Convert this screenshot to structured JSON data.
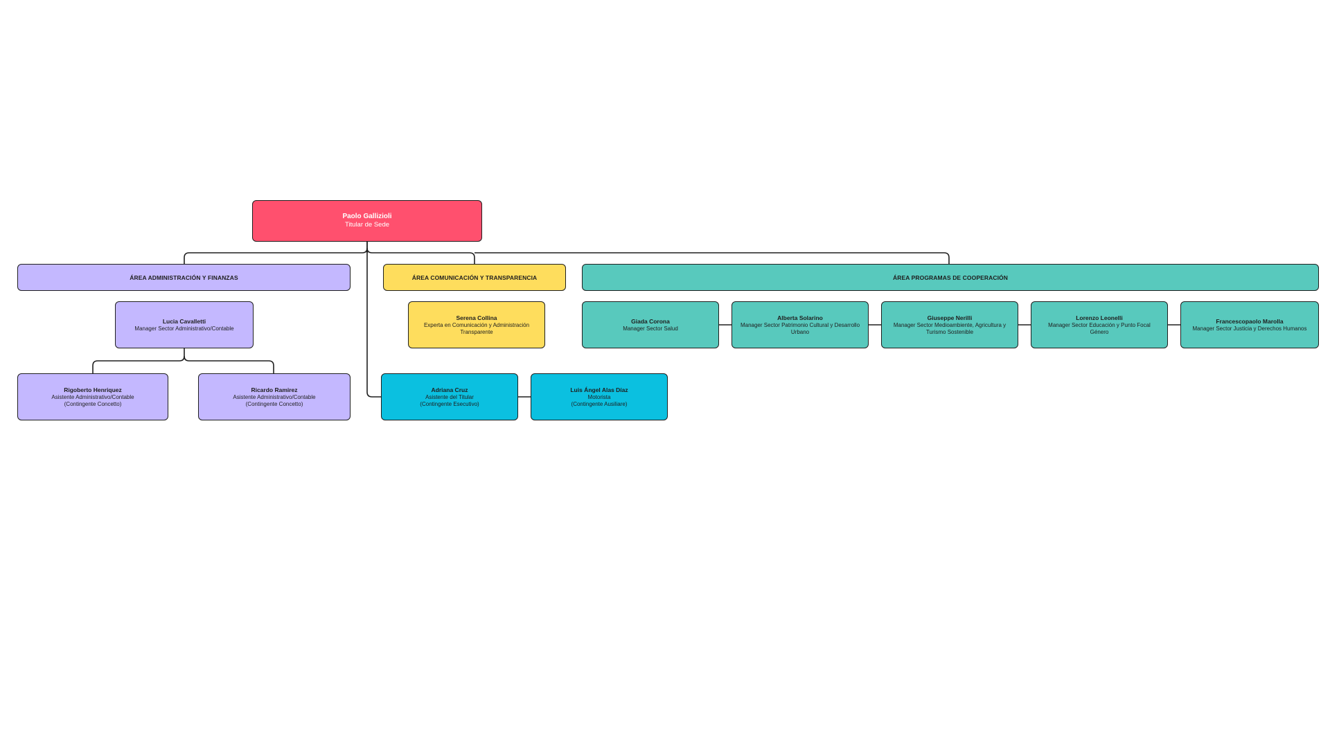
{
  "colors": {
    "root": "#ff506e",
    "area_admin": "#c4b8ff",
    "area_comunicacion": "#fedd5d",
    "area_programas": "#58c9bd",
    "direct_staff": "#0bc0e0",
    "lines": "#1e1e1e"
  },
  "root": {
    "name": "Paolo Gallizioli",
    "role": "Titular de Sede"
  },
  "areas": {
    "admin": {
      "label": "ÁREA ADMINISTRACIÓN Y FINANZAS",
      "manager": {
        "name": "Lucia Cavalletti",
        "role": "Manager Sector Administrativo/Contable"
      },
      "staff": [
        {
          "name": "Rigoberto Henriquez",
          "role": "Asistente Administrativo/Contable",
          "note": "(Contingente Concetto)"
        },
        {
          "name": "Ricardo Ramirez",
          "role": "Asistente Administrativo/Contable",
          "note": "(Contingente Concetto)"
        }
      ]
    },
    "comunicacion": {
      "label": "ÁREA COMUNICACIÓN Y TRANSPARENCIA",
      "member": {
        "name": "Serena Collina",
        "role": "Experta en Comunicación y Administración Transparente"
      }
    },
    "programas": {
      "label": "ÁREA PROGRAMAS DE COOPERACIÓN",
      "managers": [
        {
          "name": "Giada Corona",
          "role": "Manager Sector Salud"
        },
        {
          "name": "Alberta Solarino",
          "role": "Manager Sector Patrimonio Cultural y Desarrollo Urbano"
        },
        {
          "name": "Giuseppe Nerilli",
          "role": "Manager Sector Medioambiente, Agricultura y Turismo Sostenible"
        },
        {
          "name": "Lorenzo Leonelli",
          "role": "Manager Sector Educación y Punto Focal Género"
        },
        {
          "name": "Francescopaolo Marolla",
          "role": "Manager Sector Justicia y Derechos Humanos"
        }
      ]
    }
  },
  "direct_staff": [
    {
      "name": "Adriana Cruz",
      "role": "Asistente del Titular",
      "note": "(Contingente Esecutivo)"
    },
    {
      "name": "Luis Ángel Alas Díaz",
      "role": "Motorista",
      "note": "(Contingente Ausiliare)"
    }
  ]
}
